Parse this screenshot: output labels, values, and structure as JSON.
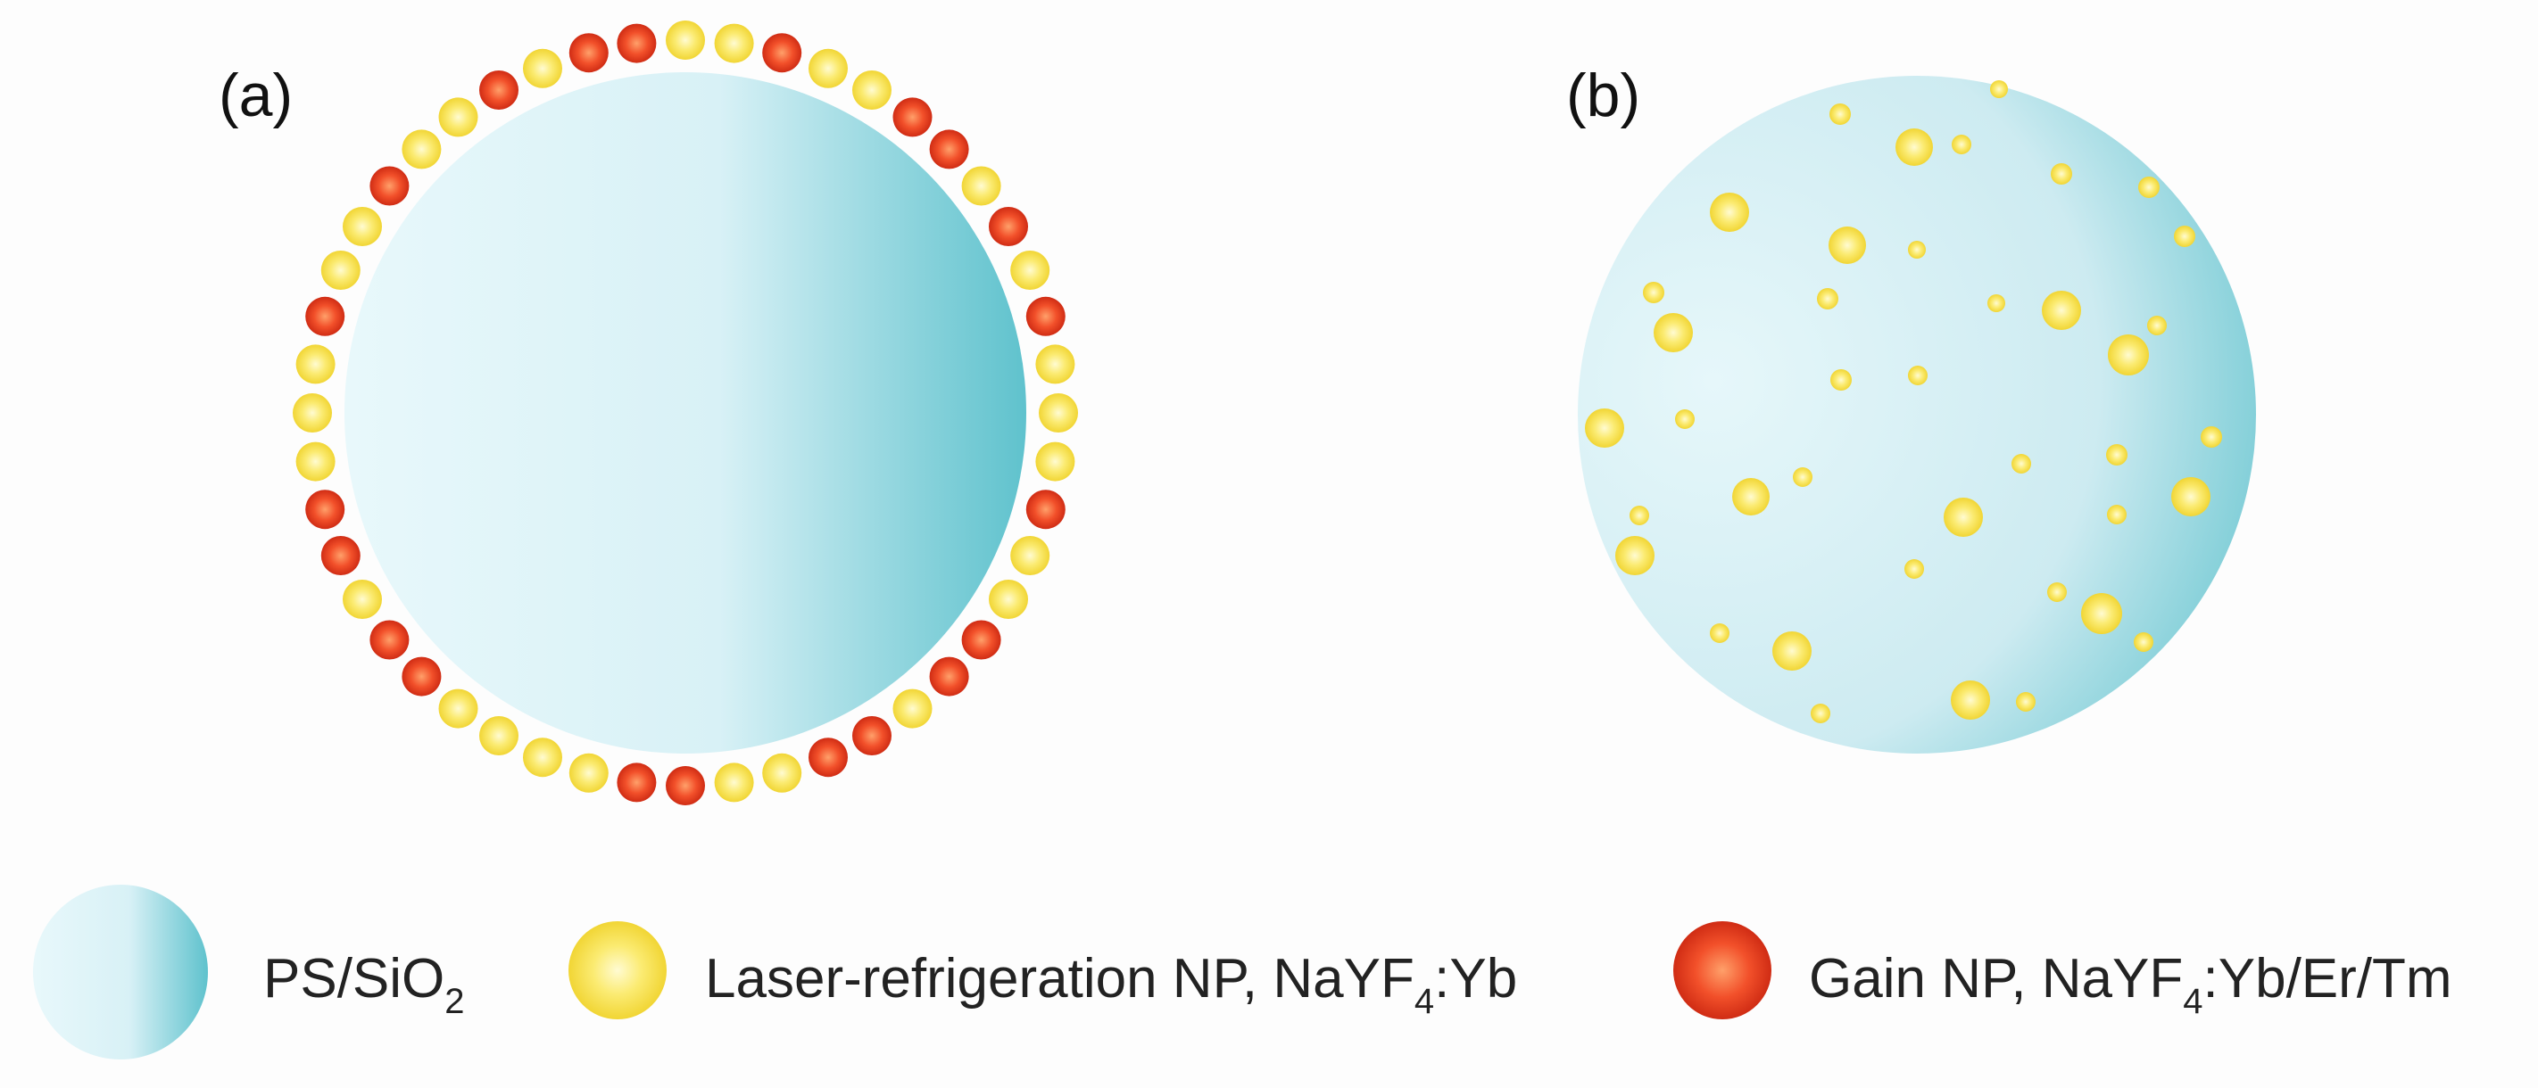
{
  "panels": [
    {
      "id": "a",
      "label": "(a)",
      "description_shape": "sphere-with-surface-nanoparticles"
    },
    {
      "id": "b",
      "label": "(b)",
      "description_shape": "sphere-with-embedded-nanoparticles"
    }
  ],
  "legend": {
    "host": {
      "main": "PS/SiO",
      "sub": "2",
      "tail": ""
    },
    "laser": {
      "main": "Laser-refrigeration NP, NaYF",
      "sub": "4",
      "tail": ":Yb"
    },
    "gain": {
      "main": "Gain NP, NaYF",
      "sub": "4",
      "tail": ":Yb/Er/Tm"
    }
  },
  "colors": {
    "host_light": "#e4f6fa",
    "host_dark": "#66c5d0",
    "laser_center": "#fff6b0",
    "laser_edge": "#f2d82c",
    "gain_center": "#ff8a55",
    "gain_edge": "#d42a12",
    "background": "#fdfdfd"
  },
  "shell_sequence_a": "YYRYYRRYRYRYYYRYYRRYRRYYRRYYYYRRYRRYYYRYYRYYRYRR",
  "icons": {
    "host": "host-sphere-icon",
    "laser": "laser-refrigeration-np-icon",
    "gain": "gain-np-icon"
  }
}
